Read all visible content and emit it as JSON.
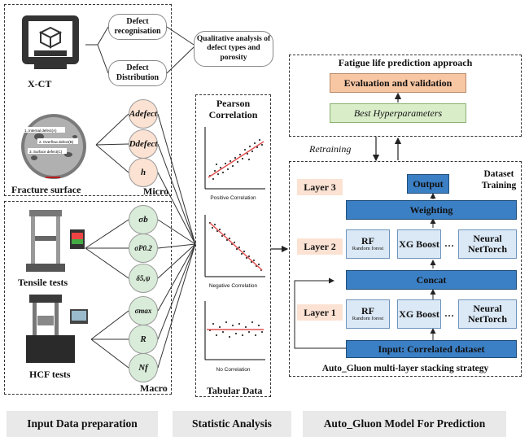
{
  "input": {
    "xct_label": "X-CT",
    "defect_recognisation": "Defect recognisation",
    "defect_distribution": "Defect Distribution",
    "qualitative": "Qualitative analysis of defect types and porosity",
    "fracture_surface": "Fracture surface",
    "fracture_tags": [
      "1. Internal defect(A)",
      "2. Overflow defect(B)",
      "3. Surface defect(C)"
    ],
    "micro_label": "Micro",
    "micro_params": [
      "Adefect",
      "Ddefect",
      "h"
    ],
    "macro_params": [
      "σb",
      "σP0.2",
      "δ5,ψ",
      "σmax",
      "R",
      "Nf"
    ],
    "tensile_tests": "Tensile tests",
    "hcf_tests": "HCF tests",
    "macro_label": "Macro"
  },
  "stats": {
    "title": "Pearson Correlation",
    "plots": [
      "Positive Correlation",
      "Negative Correlation",
      "No Correlation"
    ],
    "footer": "Tabular Data"
  },
  "fatigue": {
    "title": "Fatigue life prediction approach",
    "evaluation": "Evaluation and validation",
    "best_hyper": "Best Hyperparameters",
    "retraining": "Retraining"
  },
  "stack": {
    "dataset_training": "Dataset Training",
    "layer3": "Layer 3",
    "layer2": "Layer 2",
    "layer1": "Layer 1",
    "output": "Output",
    "weighting": "Weighting",
    "concat": "Concat",
    "input": "Input: Correlated dataset",
    "rf": "RF",
    "rf_sub": "Random forest",
    "xg": "XG Boost",
    "nn": "Neural NetTorch",
    "dots": "…",
    "footer": "Auto_Gluon multi-layer stacking strategy"
  },
  "bottom": {
    "left": "Input Data preparation",
    "middle": "Statistic Analysis",
    "right": "Auto_Gluon Model For Prediction"
  }
}
